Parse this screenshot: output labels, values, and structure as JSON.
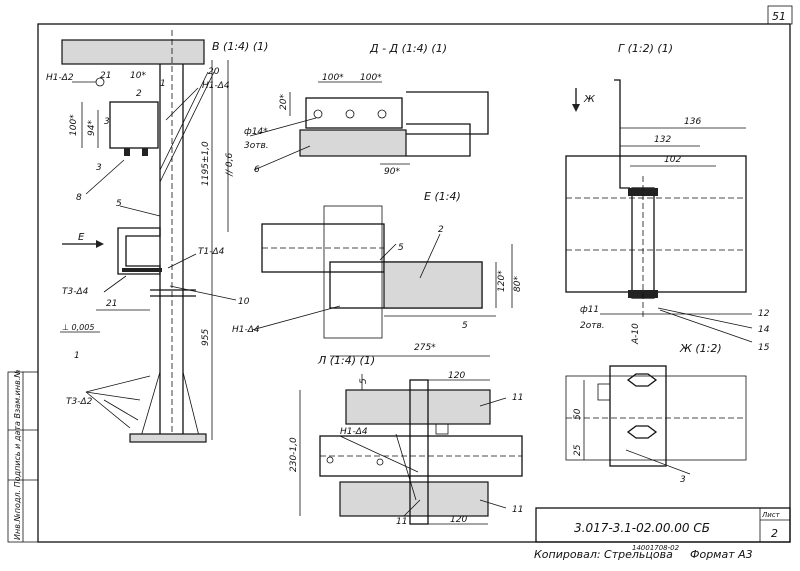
{
  "sheet": {
    "page_number": "51",
    "document_code": "3.017-3.1-02.00.00 СБ",
    "sheet_label": "Лист",
    "sheet_number": "2",
    "copied_by": "Копировал: Стрельцова",
    "format": "Формат А3",
    "order_no": "14001708-02",
    "side_stamp": "Инв.№подл. Подпись и дата Взам.инв.№"
  },
  "views": {
    "b": {
      "title": "В (1:4) (1)"
    },
    "d": {
      "title": "Д - Д (1:4) (1)"
    },
    "g": {
      "title": "Г (1:2) (1)"
    },
    "e_section": {
      "title": "Е (1:4)"
    },
    "e_arrow": {
      "label": "Е"
    },
    "l": {
      "title": "Л (1:4) (1)"
    },
    "zh": {
      "title": "Ж (1:2)"
    },
    "zh_arrow": {
      "label": "Ж"
    }
  },
  "labels": {
    "weld_h1_d2": "Н1-Δ2",
    "weld_h1_d4_top": "Н1-Δ4",
    "weld_t1_d4": "Т1-Δ4",
    "weld_t3_d4": "Т3-Δ4",
    "weld_h1_d4_mid": "Н1-Δ4",
    "weld_t3_d2": "Т3-Δ2",
    "weld_h1_d4_l": "Н1-Δ4",
    "hole_d14": "ф14*",
    "holes_3": "3отв.",
    "hole_d11": "ф11",
    "holes_2": "2отв.",
    "perp": "⊥ 0,005",
    "parallel": "// 0,6"
  },
  "dims": {
    "d21a": "21",
    "d10": "10*",
    "d100v": "100*",
    "d94": "94*",
    "d3": "3",
    "d1195": "1195±1,0",
    "d21b": "21",
    "d955": "955",
    "d100a": "100*",
    "d100b": "100*",
    "d20": "20*",
    "d90": "90*",
    "d136": "136",
    "d132": "132",
    "d102": "102",
    "d5a": "5",
    "d120a": "120*",
    "d80": "80*",
    "d5b": "5",
    "d275": "275*",
    "dA10": "А-10",
    "d5c": "5",
    "d120b": "120",
    "d230": "230-1,0",
    "d120c": "120",
    "d50": "50",
    "d25": "25"
  },
  "callouts": {
    "c1": "1",
    "c2": "2",
    "c3": "3",
    "c3b": "3",
    "c5": "5",
    "c6": "6",
    "c8": "8",
    "c10": "10",
    "c11a": "11",
    "c11b": "11",
    "c11c": "11",
    "c12": "12",
    "c14": "14",
    "c15": "15",
    "c20": "20",
    "c1b": "1"
  }
}
